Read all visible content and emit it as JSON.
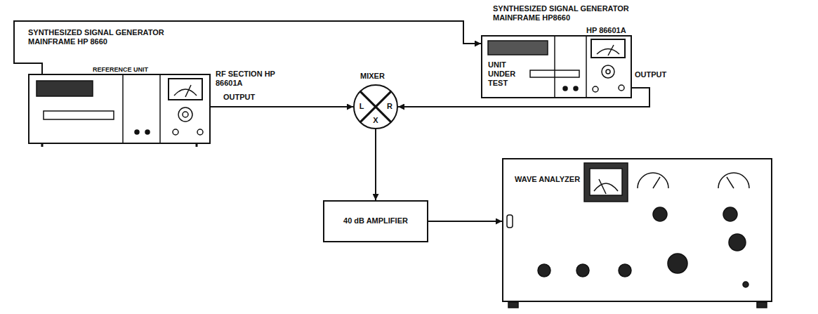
{
  "diagram": {
    "nodes": [
      {
        "text": [
          "SYNTHESIZED SIGNAL GENERATOR MAINFRAME HP 8660",
          "REFERENCE UNIT",
          "RF SECTION HP 86601A"
        ]
      },
      {
        "text": [
          "SYNTHESIZED SIGNAL GENERATOR MAINFRAME HP8660",
          "HP 86601A",
          "UNIT UNDER TEST"
        ]
      },
      {
        "text": [
          "MIXER",
          "L",
          "R",
          "X"
        ]
      },
      {
        "text": [
          "40 dB AMPLIFIER"
        ]
      },
      {
        "text": [
          "WAVE ANALYZER"
        ]
      }
    ],
    "edges": [
      {
        "from": 0,
        "to": 1,
        "arrow": "to"
      },
      {
        "from": 0,
        "to": 2,
        "arrow": "to"
      },
      {
        "from": 1,
        "to": 2,
        "arrow": "to"
      },
      {
        "from": 2,
        "to": 3,
        "arrow": "to"
      },
      {
        "from": 3,
        "to": 4,
        "arrow": "to"
      }
    ],
    "labels": [
      "OUTPUT",
      "OUTPUT"
    ]
  }
}
